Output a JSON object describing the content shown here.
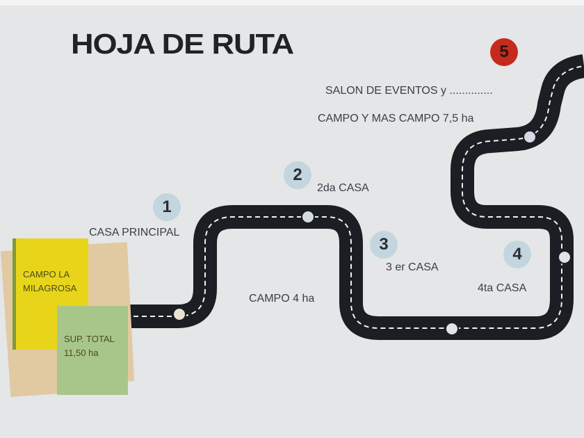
{
  "title": "HOJA DE RUTA",
  "stops": [
    {
      "number": "1",
      "label": "CASA PRINCIPAL"
    },
    {
      "number": "2",
      "label": "2da CASA"
    },
    {
      "number": "3",
      "label": "3 er  CASA"
    },
    {
      "number": "4",
      "label": "4ta CASA"
    },
    {
      "number": "5",
      "label_line1": "SALON DE EVENTOS y ..............",
      "label_line2": "CAMPO Y MAS CAMPO 7,5 ha"
    }
  ],
  "field_label": "CAMPO 4 ha",
  "card_yellow": {
    "line1": "CAMPO LA",
    "line2": "MILAGROSA"
  },
  "card_green": {
    "line1": "SUP. TOTAL",
    "line2": "11,50 ha"
  },
  "colors": {
    "road": "#1b1e22",
    "marker": "#c3d5df",
    "accent": "#c62a1c",
    "yellow": "#e8d51a",
    "green": "#a8c68a",
    "tan": "#e1c9a2"
  }
}
